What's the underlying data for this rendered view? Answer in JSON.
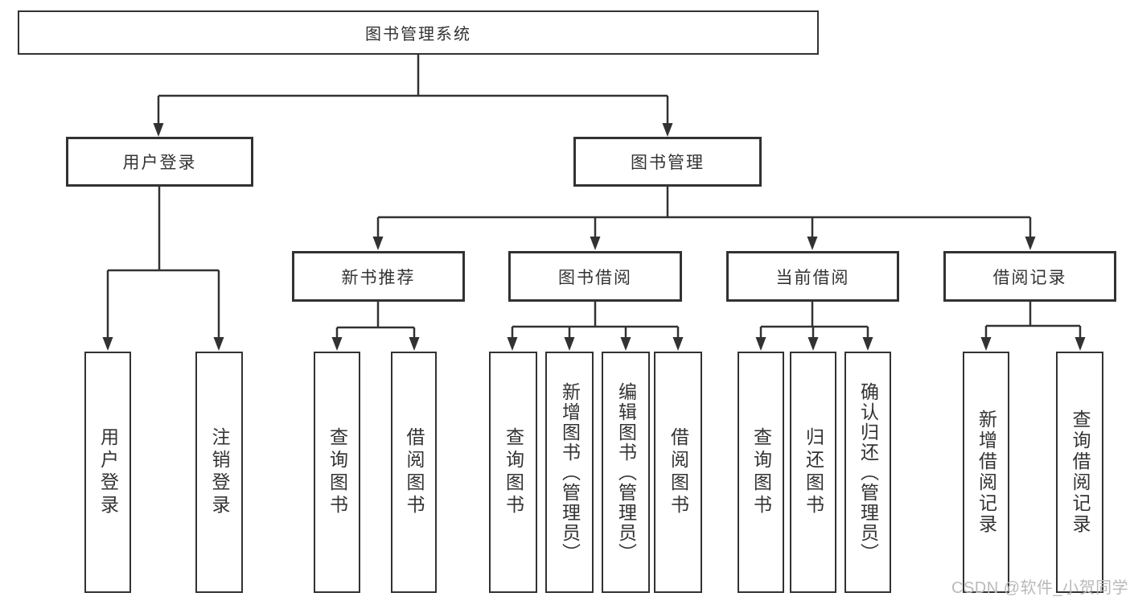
{
  "diagram": {
    "type": "hierarchy",
    "root": {
      "label": "图书管理系统"
    },
    "branches": [
      {
        "label": "用户登录",
        "children": [
          {
            "label": "用户登录"
          },
          {
            "label": "注销登录"
          }
        ]
      },
      {
        "label": "图书管理",
        "children": [
          {
            "label": "新书推荐",
            "children": [
              {
                "label": "查询图书"
              },
              {
                "label": "借阅图书"
              }
            ]
          },
          {
            "label": "图书借阅",
            "children": [
              {
                "label": "查询图书"
              },
              {
                "label": "新增图书（管理员）"
              },
              {
                "label": "编辑图书（管理员）"
              },
              {
                "label": "借阅图书"
              }
            ]
          },
          {
            "label": "当前借阅",
            "children": [
              {
                "label": "查询图书"
              },
              {
                "label": "归还图书"
              },
              {
                "label": "确认归还（管理员）"
              }
            ]
          },
          {
            "label": "借阅记录",
            "children": [
              {
                "label": "新增借阅记录"
              },
              {
                "label": "查询借阅记录"
              }
            ]
          }
        ]
      }
    ]
  },
  "watermark": {
    "text": "CSDN @软件_小贺同学"
  },
  "colors": {
    "line": "#323232",
    "text": "#333333",
    "background": "#ffffff",
    "watermark": "#b9b9b9"
  }
}
